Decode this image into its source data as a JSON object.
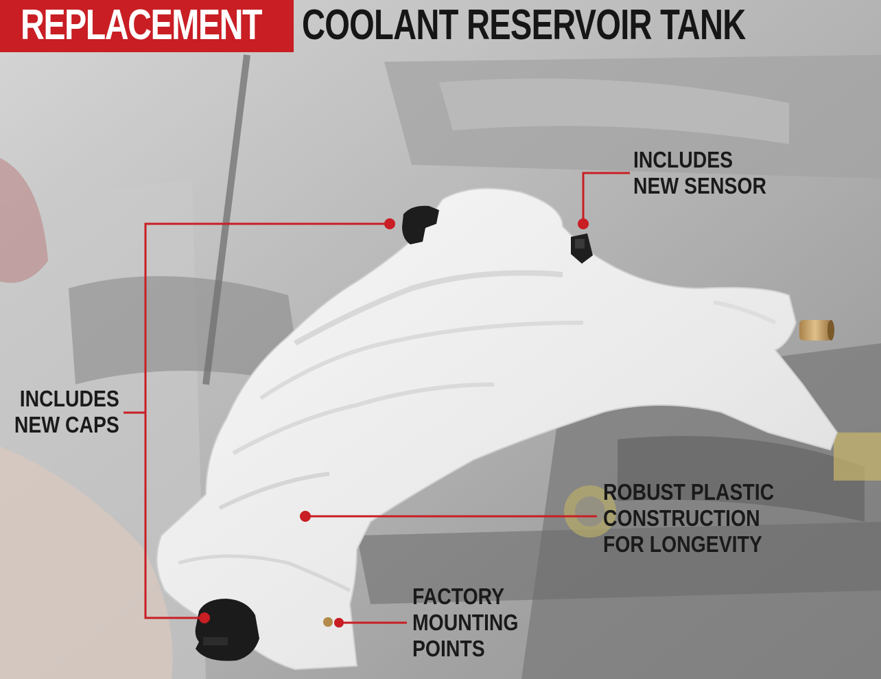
{
  "header": {
    "highlight": "REPLACEMENT",
    "title": "COOLANT RESERVOIR TANK"
  },
  "callouts": {
    "sensor": [
      "INCLUDES",
      "NEW SENSOR"
    ],
    "caps": [
      "INCLUDES",
      "NEW CAPS"
    ],
    "plastic": [
      "ROBUST PLASTIC",
      "CONSTRUCTION",
      "FOR LONGEVITY"
    ],
    "mounting": [
      "FACTORY",
      "MOUNTING",
      "POINTS"
    ]
  },
  "colors": {
    "accent": "#c81e24",
    "text": "#1a1a1a"
  }
}
